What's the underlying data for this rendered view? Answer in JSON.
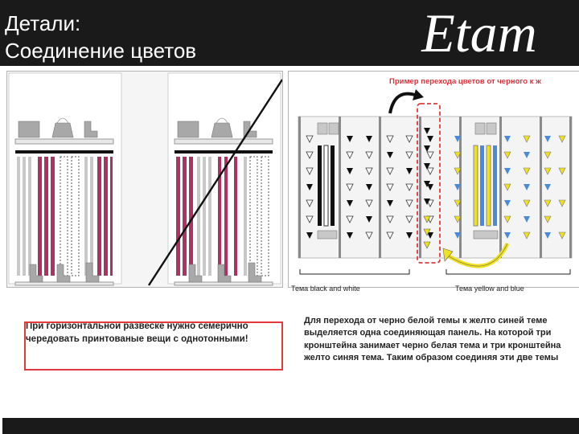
{
  "header": {
    "title_line1": "Детали:",
    "title_line2": "Соединение цветов",
    "logo_text": "Etam"
  },
  "example": {
    "title": "Пример перехода цветов от черного к ж",
    "theme_bw": "Тема  black and white",
    "theme_yb": "Тема  yellow and blue"
  },
  "notes": {
    "left": "При горизонтальной развеске нужно семерично чередовать принтованые вещи с однотонными!",
    "right": "Для перехода от черно белой темы к  желто синей теме выделяется одна  соединяющая панель. На которой три кронштейна занимает черно белая тема и три кронштейна желто синяя тема. Таким образом соединяя эти две темы"
  },
  "colors": {
    "header_bg": "#1a1a1a",
    "magenta": "#b0305f",
    "yellow": "#f0e020",
    "blue": "#4a8ad8",
    "highlight_red": "#e23a3a"
  }
}
